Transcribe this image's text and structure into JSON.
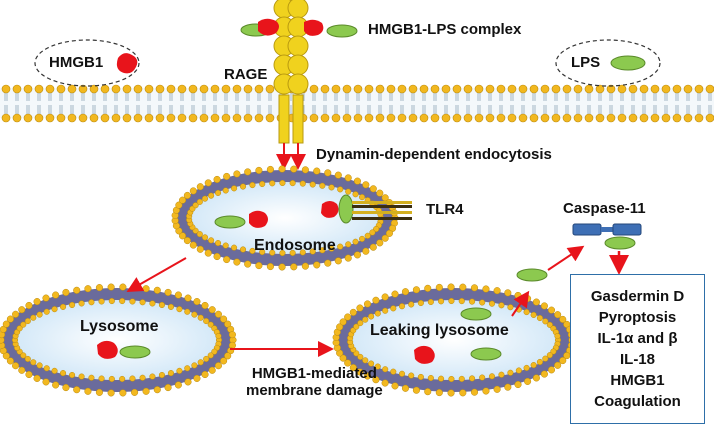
{
  "labels": {
    "hmgb1": "HMGB1",
    "lps": "LPS",
    "complex": "HMGB1-LPS complex",
    "rage": "RAGE",
    "endocytosis": "Dynamin-dependent endocytosis",
    "tlr4": "TLR4",
    "endosome": "Endosome",
    "caspase": "Caspase-11",
    "lysosome": "Lysosome",
    "leaking": "Leaking lysosome",
    "damage_line1": "HMGB1-mediated",
    "damage_line2": "membrane damage"
  },
  "outcomes": [
    "Gasdermin D",
    "Pyroptosis",
    "IL-1α and β",
    "IL-18",
    "HMGB1",
    "Coagulation"
  ],
  "colors": {
    "hmgb1": "#e8141b",
    "lps": "#8cc94f",
    "rage": "#f0d21e",
    "arrow": "#e8141b",
    "caspase": "#3e6fb5",
    "membrane_head": "#f2b81f",
    "endosome_fill": "#dcefff",
    "membrane_band": "#6a6b9c",
    "box_border": "#2e6fa8"
  }
}
